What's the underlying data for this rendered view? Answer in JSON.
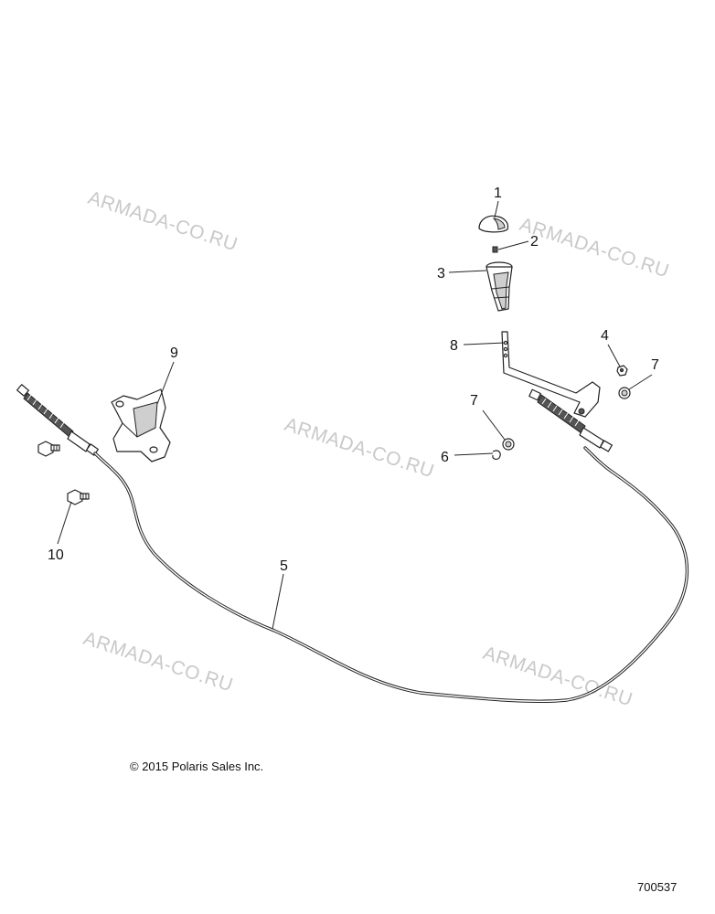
{
  "watermark": "ARMADA-CO.RU",
  "copyright": "© 2015 Polaris Sales Inc.",
  "diagram_id": "700537",
  "callouts": {
    "c1": "1",
    "c2": "2",
    "c3": "3",
    "c4": "4",
    "c5": "5",
    "c6": "6",
    "c7a": "7",
    "c7b": "7",
    "c8": "8",
    "c9": "9",
    "c10": "10"
  }
}
